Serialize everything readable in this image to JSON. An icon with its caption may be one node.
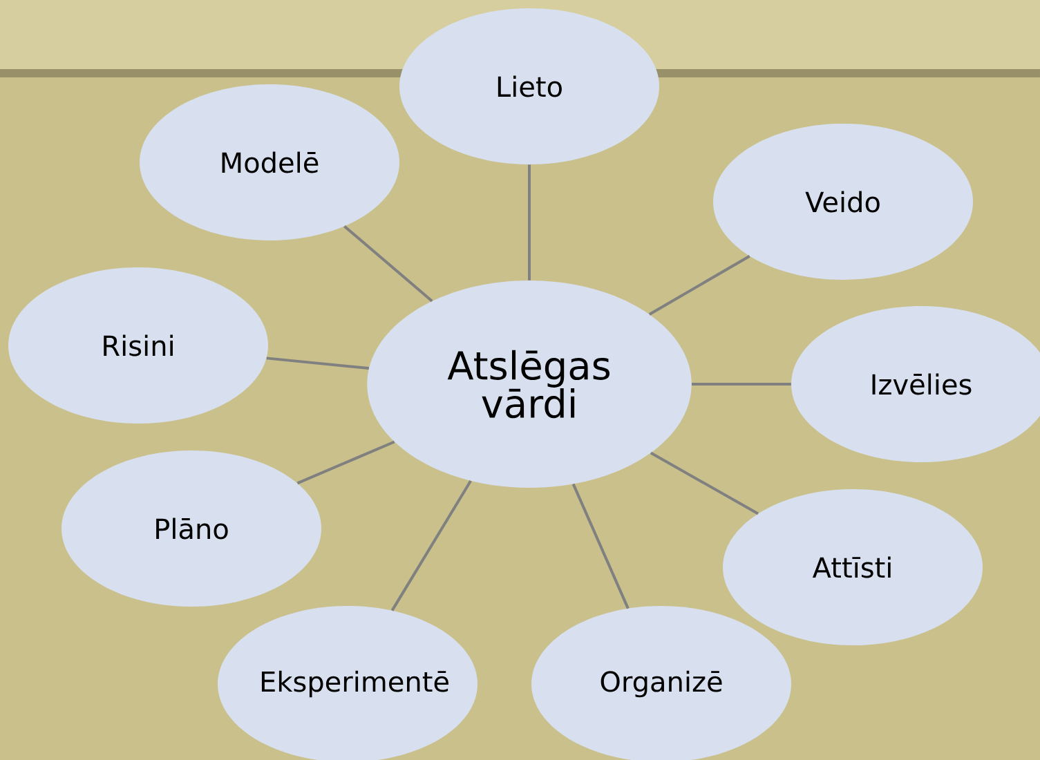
{
  "diagram": {
    "nodes": [
      {
        "text": [
          "Lieto"
        ]
      },
      {
        "text": [
          "Modelē"
        ]
      },
      {
        "text": [
          "Veido"
        ]
      },
      {
        "text": [
          "Risini"
        ]
      },
      {
        "text": [
          "Atslēgas vārdi"
        ]
      },
      {
        "text": [
          "Izvēlies"
        ]
      },
      {
        "text": [
          "Plāno"
        ]
      },
      {
        "text": [
          "Attīsti"
        ]
      },
      {
        "text": [
          "Eksperimentē"
        ]
      },
      {
        "text": [
          "Organizē"
        ]
      }
    ],
    "edges": [
      {
        "from": 4,
        "to": 0,
        "arrow": "none"
      },
      {
        "from": 4,
        "to": 1,
        "arrow": "none"
      },
      {
        "from": 4,
        "to": 2,
        "arrow": "none"
      },
      {
        "from": 4,
        "to": 3,
        "arrow": "none"
      },
      {
        "from": 4,
        "to": 5,
        "arrow": "none"
      },
      {
        "from": 4,
        "to": 6,
        "arrow": "none"
      },
      {
        "from": 4,
        "to": 7,
        "arrow": "none"
      },
      {
        "from": 4,
        "to": 8,
        "arrow": "none"
      },
      {
        "from": 4,
        "to": 9,
        "arrow": "none"
      }
    ]
  }
}
